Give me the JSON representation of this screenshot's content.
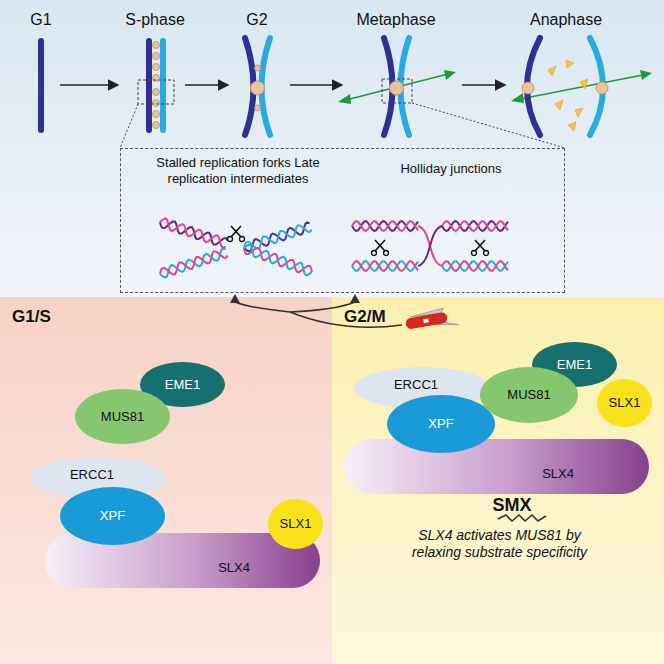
{
  "diagram": {
    "nodes": [
      {
        "text": [
          "Stalled replication forks Late replication intermediates",
          "Holliday junctions"
        ]
      },
      {
        "text": [
          "G1/S"
        ]
      },
      {
        "text": [
          "EME1"
        ],
        "in": 1
      },
      {
        "text": [
          "MUS81"
        ],
        "in": 1
      },
      {
        "text": [
          "ERCC1"
        ],
        "in": 1
      },
      {
        "text": [
          "XPF"
        ],
        "in": 1
      },
      {
        "text": [
          "SLX1"
        ],
        "in": 1
      },
      {
        "text": [
          "SLX4"
        ],
        "in": 1
      },
      {
        "text": [
          "G2/M",
          "SMX",
          "SLX4 activates MUS81 by relaxing substrate specificity"
        ]
      },
      {
        "text": [
          "ERCC1"
        ],
        "in": 8
      },
      {
        "text": [
          "XPF"
        ],
        "in": 8
      },
      {
        "text": [
          "EME1"
        ],
        "in": 8
      },
      {
        "text": [
          "MUS81"
        ],
        "in": 8
      },
      {
        "text": [
          "SLX1"
        ],
        "in": 8
      },
      {
        "text": [
          "SLX4"
        ],
        "in": 8
      }
    ],
    "edges": [
      {
        "from": 8,
        "to": 0,
        "arrow": "to"
      }
    ],
    "labels": [
      "G1",
      "S-phase",
      "G2",
      "Metaphase",
      "Anaphase"
    ]
  }
}
